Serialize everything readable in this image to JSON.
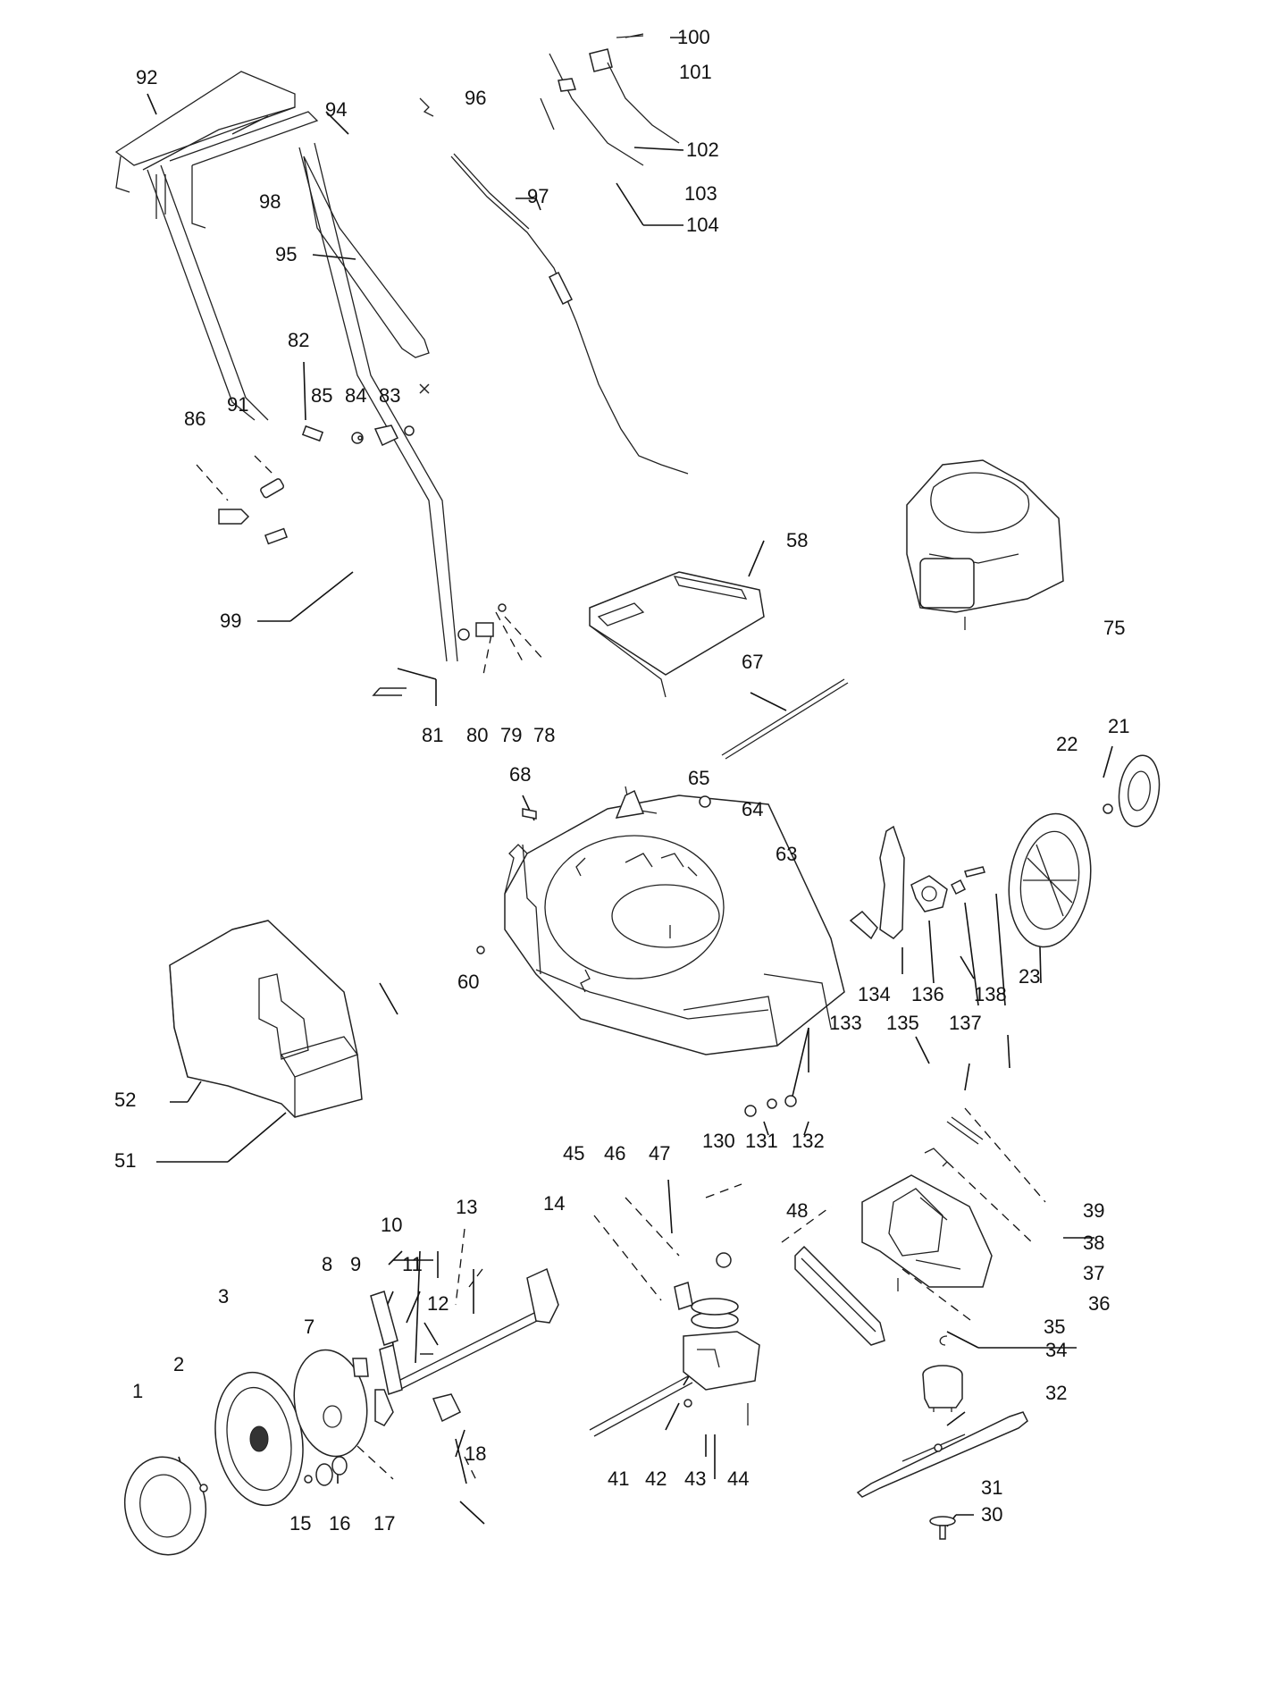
{
  "callouts": [
    {
      "id": "1",
      "text": "1"
    },
    {
      "id": "2",
      "text": "2"
    },
    {
      "id": "3",
      "text": "3"
    },
    {
      "id": "7",
      "text": "7"
    },
    {
      "id": "8",
      "text": "8"
    },
    {
      "id": "9",
      "text": "9"
    },
    {
      "id": "10",
      "text": "10"
    },
    {
      "id": "11",
      "text": "11"
    },
    {
      "id": "12",
      "text": "12"
    },
    {
      "id": "13",
      "text": "13"
    },
    {
      "id": "14",
      "text": "14"
    },
    {
      "id": "15",
      "text": "15"
    },
    {
      "id": "16",
      "text": "16"
    },
    {
      "id": "17",
      "text": "17"
    },
    {
      "id": "18",
      "text": "18"
    },
    {
      "id": "21",
      "text": "21"
    },
    {
      "id": "22",
      "text": "22"
    },
    {
      "id": "23",
      "text": "23"
    },
    {
      "id": "30",
      "text": "30"
    },
    {
      "id": "31",
      "text": "31"
    },
    {
      "id": "32",
      "text": "32"
    },
    {
      "id": "34",
      "text": "34"
    },
    {
      "id": "35",
      "text": "35"
    },
    {
      "id": "36",
      "text": "36"
    },
    {
      "id": "37",
      "text": "37"
    },
    {
      "id": "38",
      "text": "38"
    },
    {
      "id": "39",
      "text": "39"
    },
    {
      "id": "41",
      "text": "41"
    },
    {
      "id": "42",
      "text": "42"
    },
    {
      "id": "43",
      "text": "43"
    },
    {
      "id": "44",
      "text": "44"
    },
    {
      "id": "45",
      "text": "45"
    },
    {
      "id": "46",
      "text": "46"
    },
    {
      "id": "47",
      "text": "47"
    },
    {
      "id": "48",
      "text": "48"
    },
    {
      "id": "51",
      "text": "51"
    },
    {
      "id": "52",
      "text": "52"
    },
    {
      "id": "58",
      "text": "58"
    },
    {
      "id": "60",
      "text": "60"
    },
    {
      "id": "63",
      "text": "63"
    },
    {
      "id": "64",
      "text": "64"
    },
    {
      "id": "65",
      "text": "65"
    },
    {
      "id": "67",
      "text": "67"
    },
    {
      "id": "68",
      "text": "68"
    },
    {
      "id": "75",
      "text": "75"
    },
    {
      "id": "78",
      "text": "78"
    },
    {
      "id": "79",
      "text": "79"
    },
    {
      "id": "80",
      "text": "80"
    },
    {
      "id": "81",
      "text": "81"
    },
    {
      "id": "82",
      "text": "82"
    },
    {
      "id": "83",
      "text": "83"
    },
    {
      "id": "84",
      "text": "84"
    },
    {
      "id": "85",
      "text": "85"
    },
    {
      "id": "86",
      "text": "86"
    },
    {
      "id": "91",
      "text": "91"
    },
    {
      "id": "92",
      "text": "92"
    },
    {
      "id": "94",
      "text": "94"
    },
    {
      "id": "95",
      "text": "95"
    },
    {
      "id": "96",
      "text": "96"
    },
    {
      "id": "97",
      "text": "97"
    },
    {
      "id": "98",
      "text": "98"
    },
    {
      "id": "99",
      "text": "99"
    },
    {
      "id": "100",
      "text": "100"
    },
    {
      "id": "101",
      "text": "101"
    },
    {
      "id": "102",
      "text": "102"
    },
    {
      "id": "103",
      "text": "103"
    },
    {
      "id": "104",
      "text": "104"
    },
    {
      "id": "130",
      "text": "130"
    },
    {
      "id": "131",
      "text": "131"
    },
    {
      "id": "132",
      "text": "132"
    },
    {
      "id": "133",
      "text": "133"
    },
    {
      "id": "134",
      "text": "134"
    },
    {
      "id": "135",
      "text": "135"
    },
    {
      "id": "136",
      "text": "136"
    },
    {
      "id": "137",
      "text": "137"
    },
    {
      "id": "138",
      "text": "138"
    }
  ]
}
